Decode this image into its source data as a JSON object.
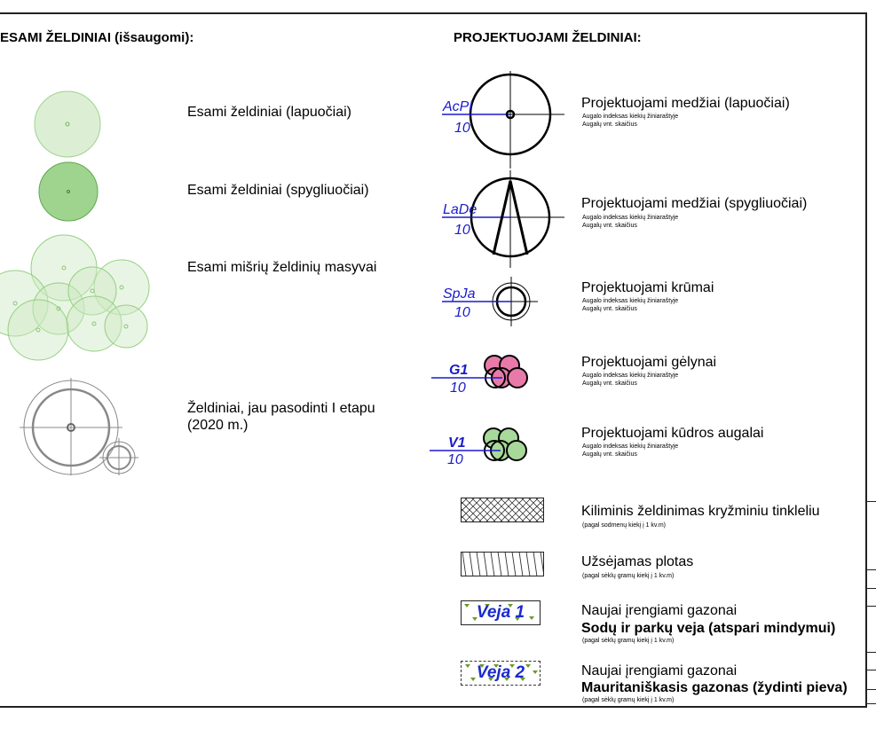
{
  "left_header": "ESAMI ŽELDINIAI (išsaugomi):",
  "right_header": "PROJEKTUOJAMI ŽELDINIAI:",
  "existing": [
    {
      "label": "Esami želdiniai (lapuočiai)"
    },
    {
      "label": "Esami želdiniai (spygliuočiai)"
    },
    {
      "label": "Esami mišrių želdinių masyvai"
    },
    {
      "label": "Želdiniai, jau pasodinti I etapu (2020 m.)"
    }
  ],
  "designed": [
    {
      "code": "AcPl",
      "qty": "10",
      "label": "Projektuojami medžiai (lapuočiai)",
      "note1": "Augalo indeksas kiekių žiniaraštyje",
      "note2": "Augalų vnt. skaičius"
    },
    {
      "code": "LaDe",
      "qty": "10",
      "label": "Projektuojami medžiai (spygliuočiai)",
      "note1": "Augalo indeksas kiekių žiniaraštyje",
      "note2": "Augalų vnt. skaičius"
    },
    {
      "code": "SpJa",
      "qty": "10",
      "label": "Projektuojami krūmai",
      "note1": "Augalo indeksas kiekių žiniaraštyje",
      "note2": "Augalų vnt. skaičius"
    },
    {
      "code": "G1",
      "qty": "10",
      "label": "Projektuojami gėlynai",
      "note1": "Augalo indeksas kiekių žiniaraštyje",
      "note2": "Augalų vnt. skaičius"
    },
    {
      "code": "V1",
      "qty": "10",
      "label": "Projektuojami kūdros augalai",
      "note1": "Augalo indeksas kiekių žiniaraštyje",
      "note2": "Augalų vnt. skaičius"
    }
  ],
  "areas": [
    {
      "label": "Kiliminis želdinimas kryžminiu tinkleliu",
      "note": "(pagal sodmenų kiekį į 1 kv.m)"
    },
    {
      "label": "Užsėjamas plotas",
      "note": "(pagal sėklų gramų kiekį į 1 kv.m)"
    },
    {
      "symbol": "Veja 1",
      "label": "Naujai įrengiami gazonai",
      "bold": "Sodų ir parkų veja (atspari mindymui)",
      "note": "(pagal sėklų gramų kiekį į 1 kv.m)"
    },
    {
      "symbol": "Veja 2",
      "label": "Naujai įrengiami gazonai",
      "bold": "Mauritaniškasis gazonas (žydinti pieva)",
      "note": "(pagal sėklų gramų kiekį į 1 kv.m)"
    }
  ],
  "colors": {
    "existing_fill": "#cfe8c4",
    "existing_stroke": "#7cc06a",
    "conifer_fill": "#8fcc7e",
    "flower_fill": "#e87aa9",
    "pond_fill": "#a8d99a",
    "code_blue": "#1a1acc"
  }
}
